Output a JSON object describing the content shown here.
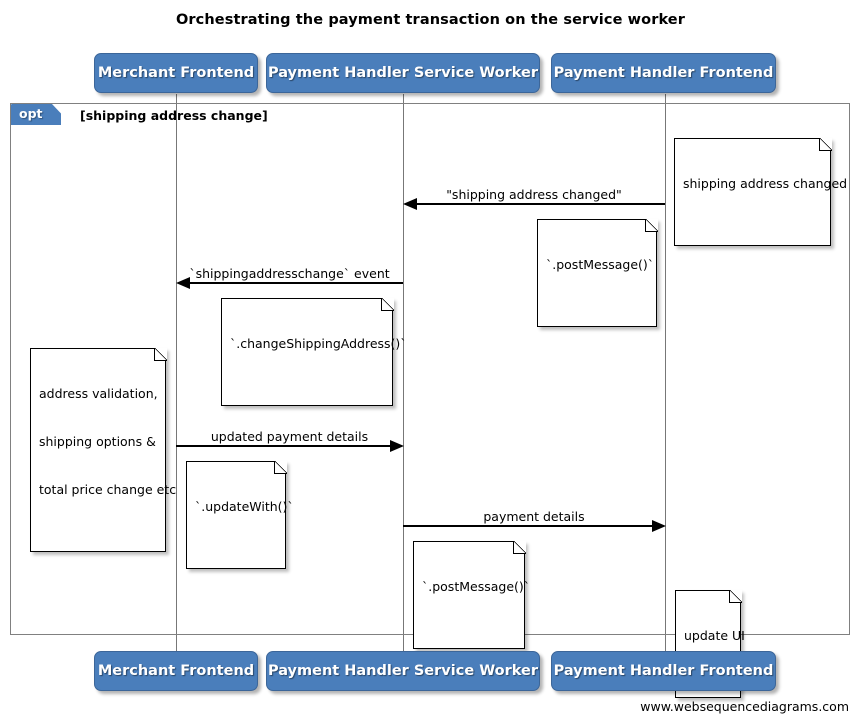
{
  "diagram": {
    "title": "Orchestrating the payment transaction on the service worker",
    "footer": "www.websequencediagrams.com",
    "colors": {
      "participant_fill": "#4a7ebb",
      "participant_text": "#ffffff",
      "lifeline": "#777777",
      "frame_border": "#808080",
      "note_border": "#000000",
      "arrow": "#000000"
    },
    "participants": [
      {
        "id": "merchant-frontend",
        "label": "Merchant Frontend"
      },
      {
        "id": "payment-handler-service-worker",
        "label": "Payment Handler Service Worker"
      },
      {
        "id": "payment-handler-frontend",
        "label": "Payment Handler Frontend"
      }
    ],
    "fragment": {
      "type": "opt",
      "tab_label": "opt",
      "guard": "[shipping address change]"
    },
    "messages": [
      {
        "id": "msg-shipping-address-changed",
        "label": "\"shipping address changed\"",
        "from": "payment-handler-frontend",
        "to": "payment-handler-service-worker",
        "direction": "left"
      },
      {
        "id": "msg-shippingaddresschange-event",
        "label": "`shippingaddresschange` event",
        "from": "payment-handler-service-worker",
        "to": "merchant-frontend",
        "direction": "left"
      },
      {
        "id": "msg-updated-payment-details",
        "label": "updated payment details",
        "from": "merchant-frontend",
        "to": "payment-handler-service-worker",
        "direction": "right"
      },
      {
        "id": "msg-payment-details",
        "label": "payment details",
        "from": "payment-handler-service-worker",
        "to": "payment-handler-frontend",
        "direction": "right"
      }
    ],
    "notes": [
      {
        "id": "note-shipping-address-changed",
        "lines": [
          "shipping address changed"
        ]
      },
      {
        "id": "note-post-message-1",
        "lines": [
          "`.postMessage()`"
        ]
      },
      {
        "id": "note-change-shipping-address",
        "lines": [
          "`.changeShippingAddress()`"
        ]
      },
      {
        "id": "note-address-validation",
        "lines": [
          "address validation,",
          "shipping options &",
          "total price change etc"
        ]
      },
      {
        "id": "note-update-with",
        "lines": [
          "`.updateWith()`"
        ]
      },
      {
        "id": "note-post-message-2",
        "lines": [
          "`.postMessage()`"
        ]
      },
      {
        "id": "note-update-ui",
        "lines": [
          "update UI"
        ]
      }
    ]
  }
}
